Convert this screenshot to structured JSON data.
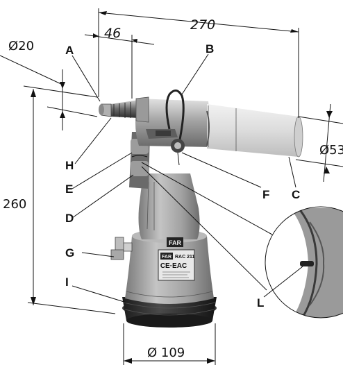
{
  "dimensions": {
    "length": "270",
    "nose": "46",
    "nose_diameter": "Ø20",
    "height": "260",
    "body_diameter": "Ø53",
    "base_diameter": "Ø 109"
  },
  "labels": {
    "A": "A",
    "B": "B",
    "C": "C",
    "D": "D",
    "E": "E",
    "F": "F",
    "G": "G",
    "H": "H",
    "I": "I",
    "L": "L"
  },
  "nameplate": {
    "brand": "FAR",
    "model": "RAC 211",
    "marks": "CE·EAC"
  },
  "colors": {
    "body_gray": "#a9a9a9",
    "dark_gray": "#4a4a4a",
    "base_black": "#2a2a2a",
    "cylinder_light": "#e4e4e4"
  }
}
